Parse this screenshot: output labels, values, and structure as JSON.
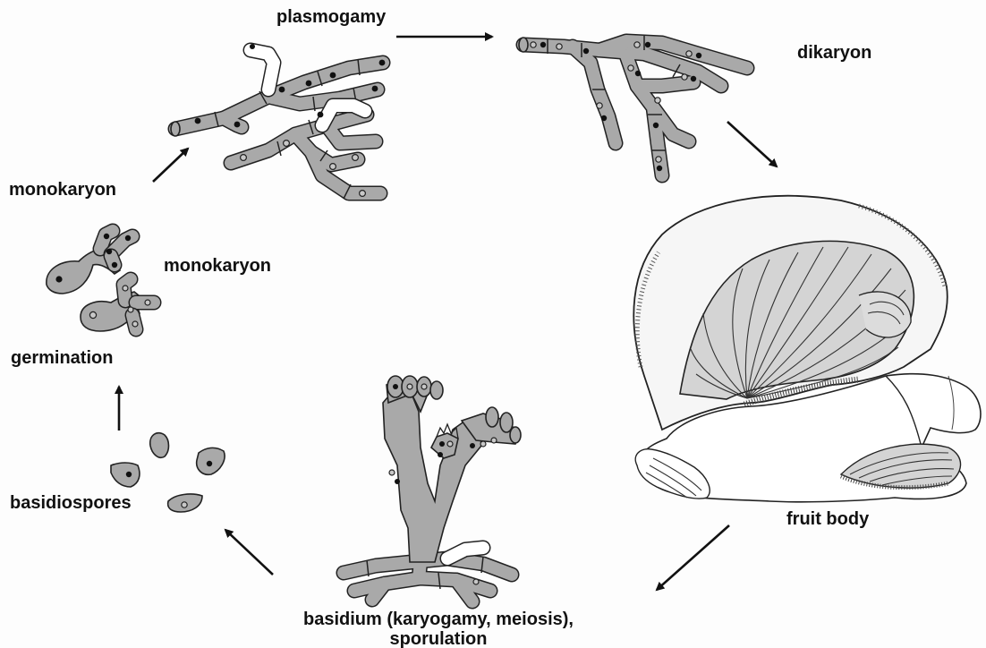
{
  "labels": {
    "plasmogamy": "plasmogamy",
    "dikaryon": "dikaryon",
    "monokaryon_top": "monokaryon",
    "monokaryon_mid": "monokaryon",
    "germination": "germination",
    "basidiospores": "basidiospores",
    "fruit_body": "fruit body",
    "basidium_line1": "basidium (karyogamy, meiosis),",
    "basidium_line2": "sporulation"
  },
  "colors": {
    "cell_fill": "#a9a9a9",
    "ink": "#111111",
    "gill_fill": "#cfcfcf",
    "background": "#fdfdfd"
  },
  "icons": [
    "arrow-icon",
    "hypha-cell-icon",
    "nucleus-icon",
    "spore-icon",
    "mushroom-icon",
    "basidium-icon"
  ]
}
